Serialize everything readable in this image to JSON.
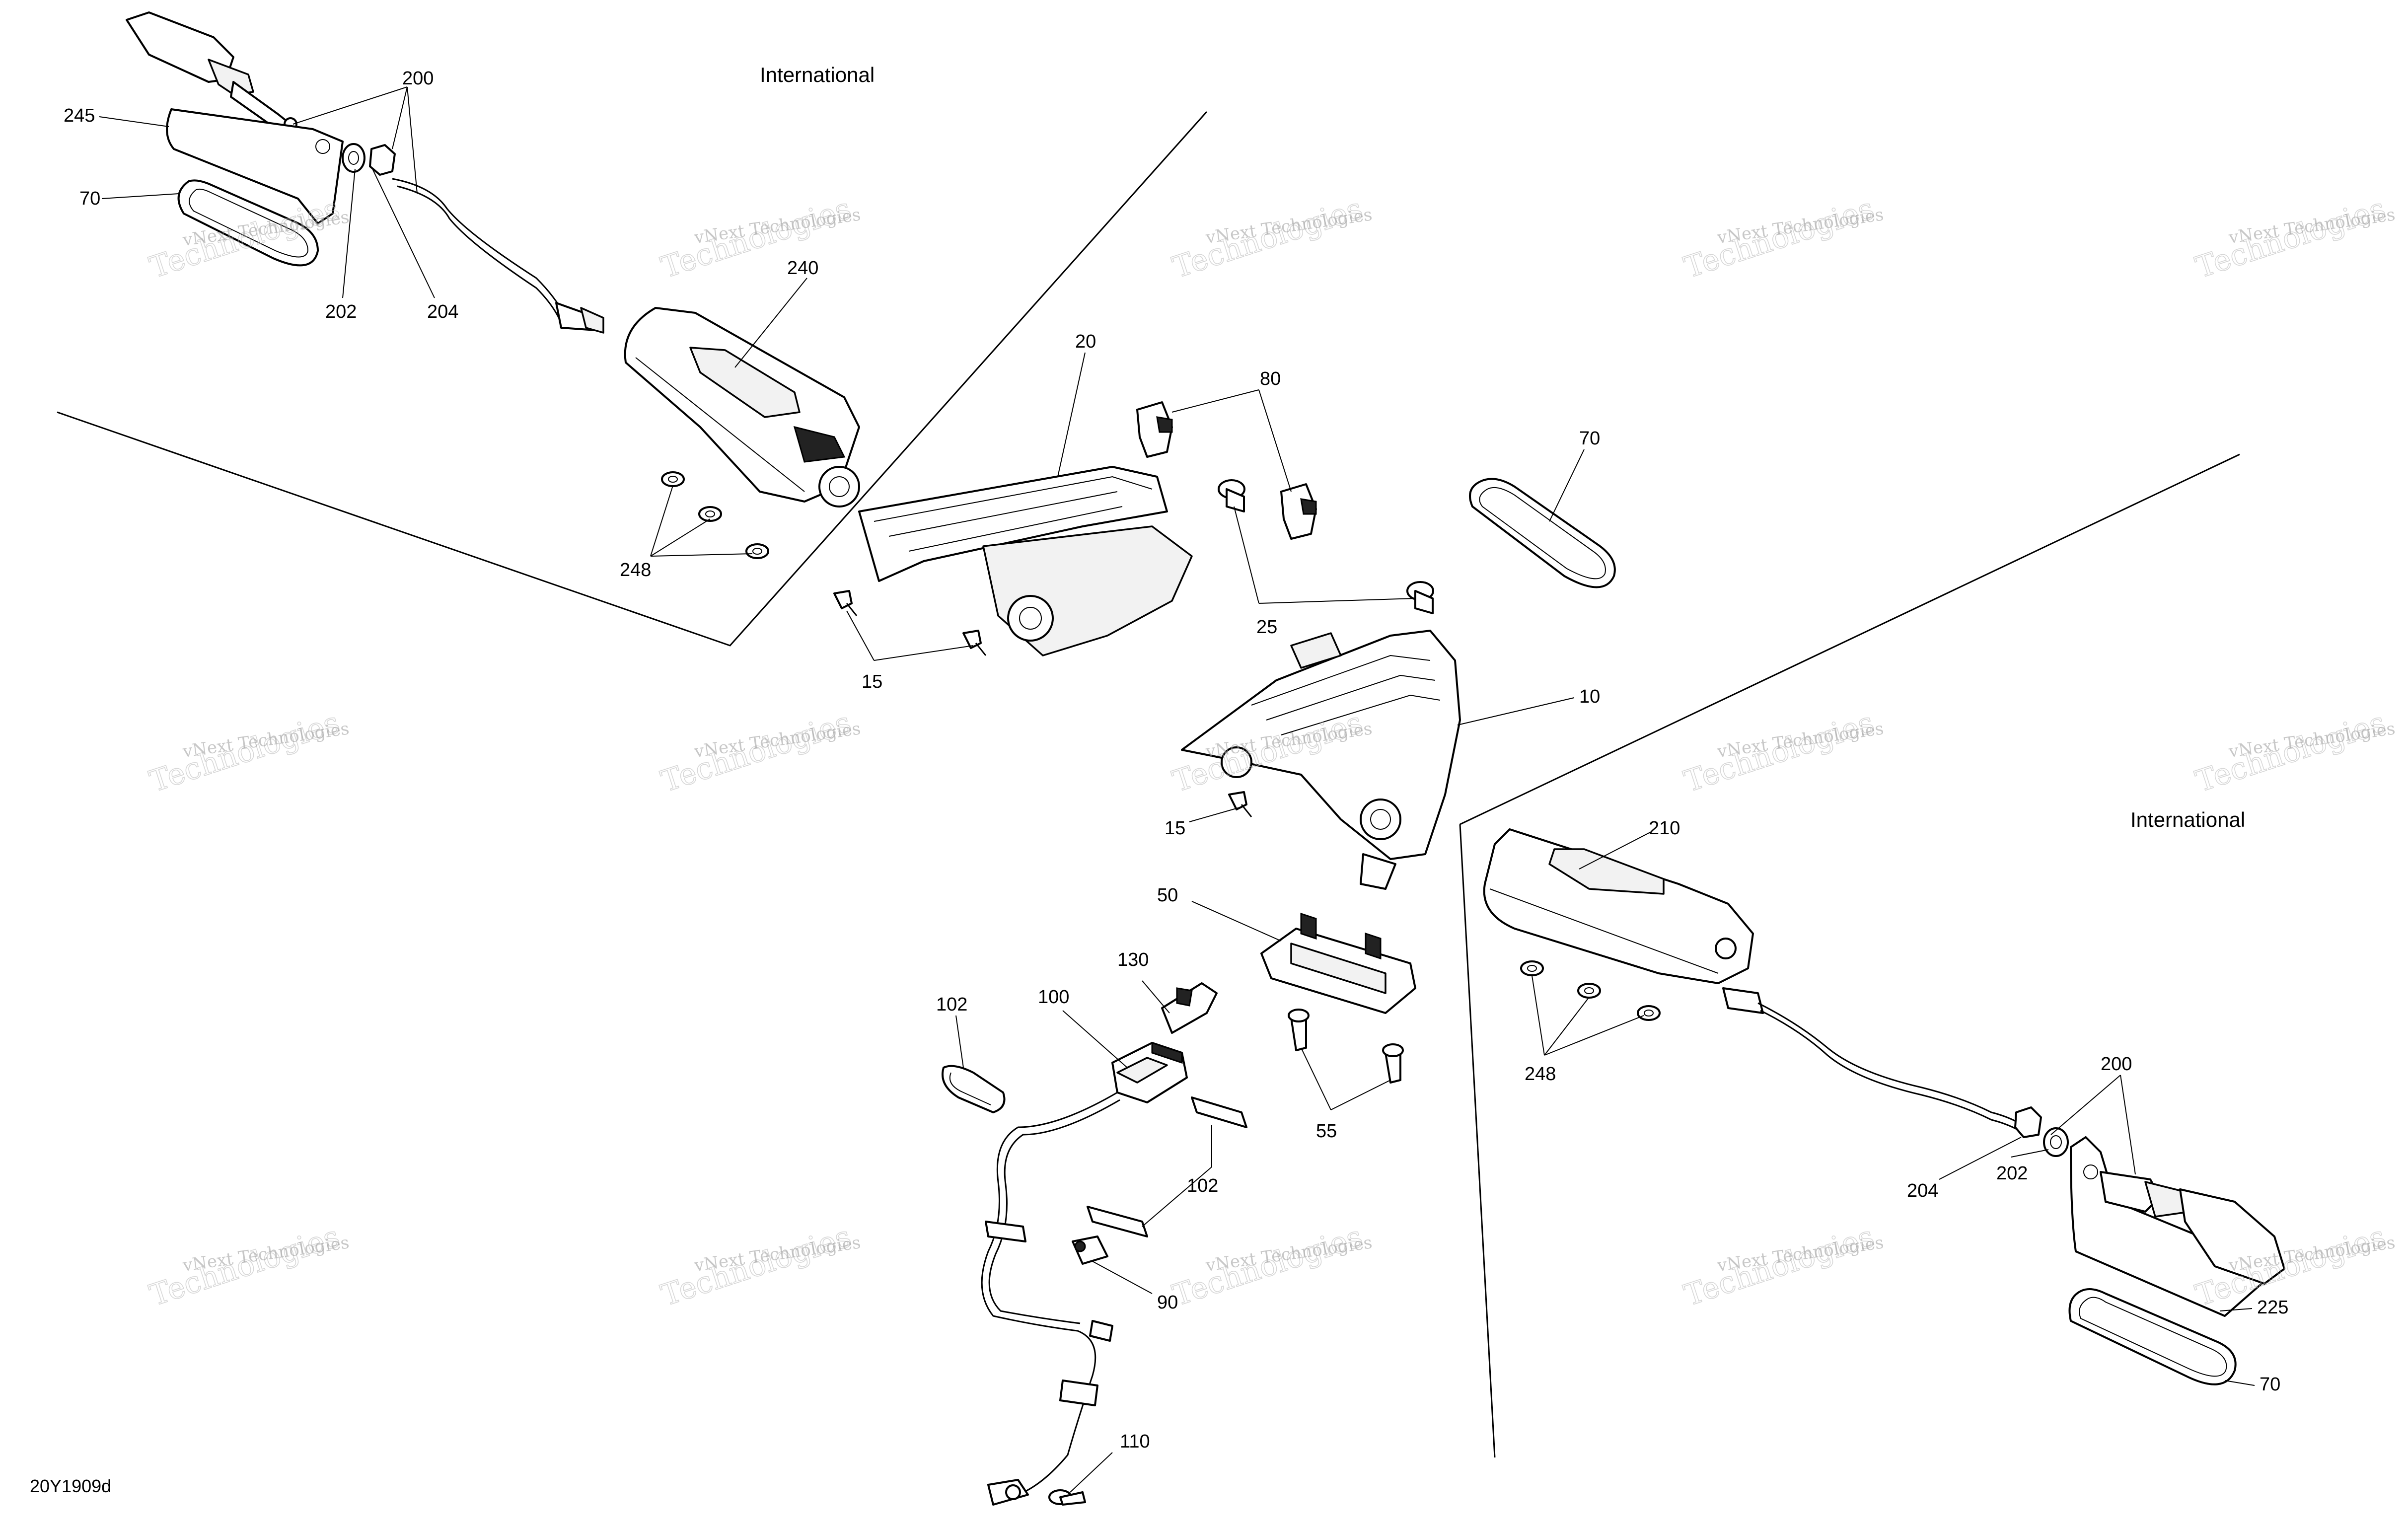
{
  "diagram": {
    "code": "20Y1909d",
    "regions": [
      {
        "id": "left",
        "label": "International"
      },
      {
        "id": "right",
        "label": "International"
      }
    ],
    "callouts": {
      "c200a": "200",
      "c245": "245",
      "c70a": "70",
      "c202a": "202",
      "c204a": "204",
      "c240": "240",
      "c248a": "248",
      "c20": "20",
      "c80": "80",
      "c70b": "70",
      "c25": "25",
      "c15a": "15",
      "c10": "10",
      "c15b": "15",
      "c210": "210",
      "c50": "50",
      "c130": "130",
      "c102a": "102",
      "c100": "100",
      "c55": "55",
      "c248b": "248",
      "c200b": "200",
      "c204b": "204",
      "c202b": "202",
      "c102b": "102",
      "c90": "90",
      "c225": "225",
      "c70c": "70",
      "c110": "110"
    },
    "watermark": {
      "line1": "vNext Technologies",
      "line2": "Technologies"
    }
  }
}
